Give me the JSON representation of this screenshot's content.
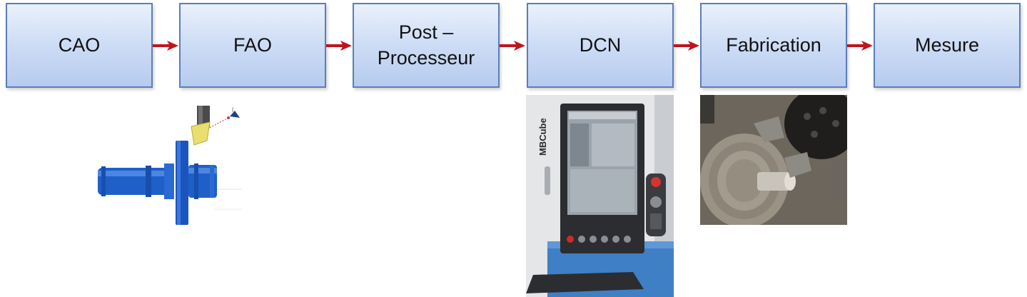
{
  "steps": [
    {
      "label": "CAO"
    },
    {
      "label": "FAO"
    },
    {
      "label": "Post –\nProcesseur"
    },
    {
      "label": "DCN"
    },
    {
      "label": "Fabrication"
    },
    {
      "label": "Mesure"
    }
  ],
  "machine": {
    "brand": "MBCube"
  },
  "colors": {
    "box_border": "#5b7fb8",
    "box_fill": "#cfdef6",
    "arrow": "#c0141b",
    "part_blue": "#1f5fc8"
  }
}
